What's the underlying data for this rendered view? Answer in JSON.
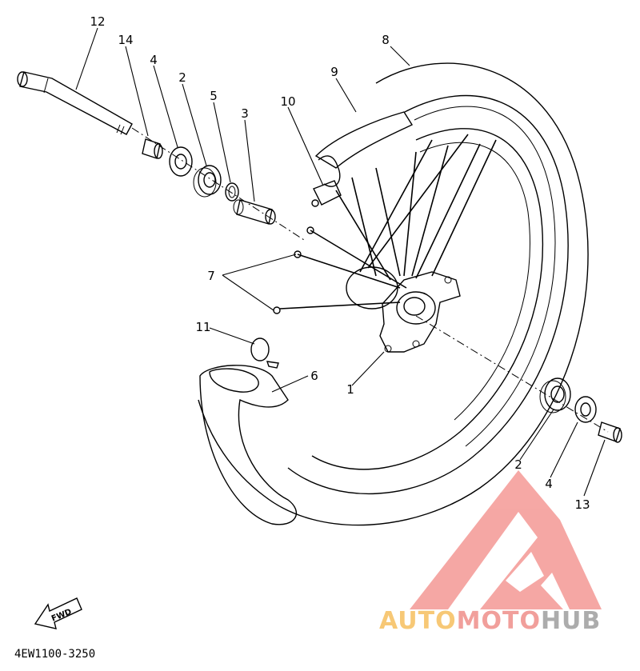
{
  "diagram": {
    "callouts": [
      "12",
      "14",
      "4",
      "2",
      "5",
      "3",
      "10",
      "9",
      "8",
      "7",
      "11",
      "6",
      "1",
      "2",
      "4",
      "13"
    ],
    "fwd_label": "FWD",
    "drawing_code": "4EW1100-3250"
  },
  "watermark": {
    "text_a": "AUTO",
    "text_b": "MOTO",
    "text_c": "HUB",
    "colors": {
      "logo": "#f5a3a0",
      "auto": "#f7c66f",
      "moto": "#f19a96",
      "hub": "#a8a8a8"
    }
  }
}
